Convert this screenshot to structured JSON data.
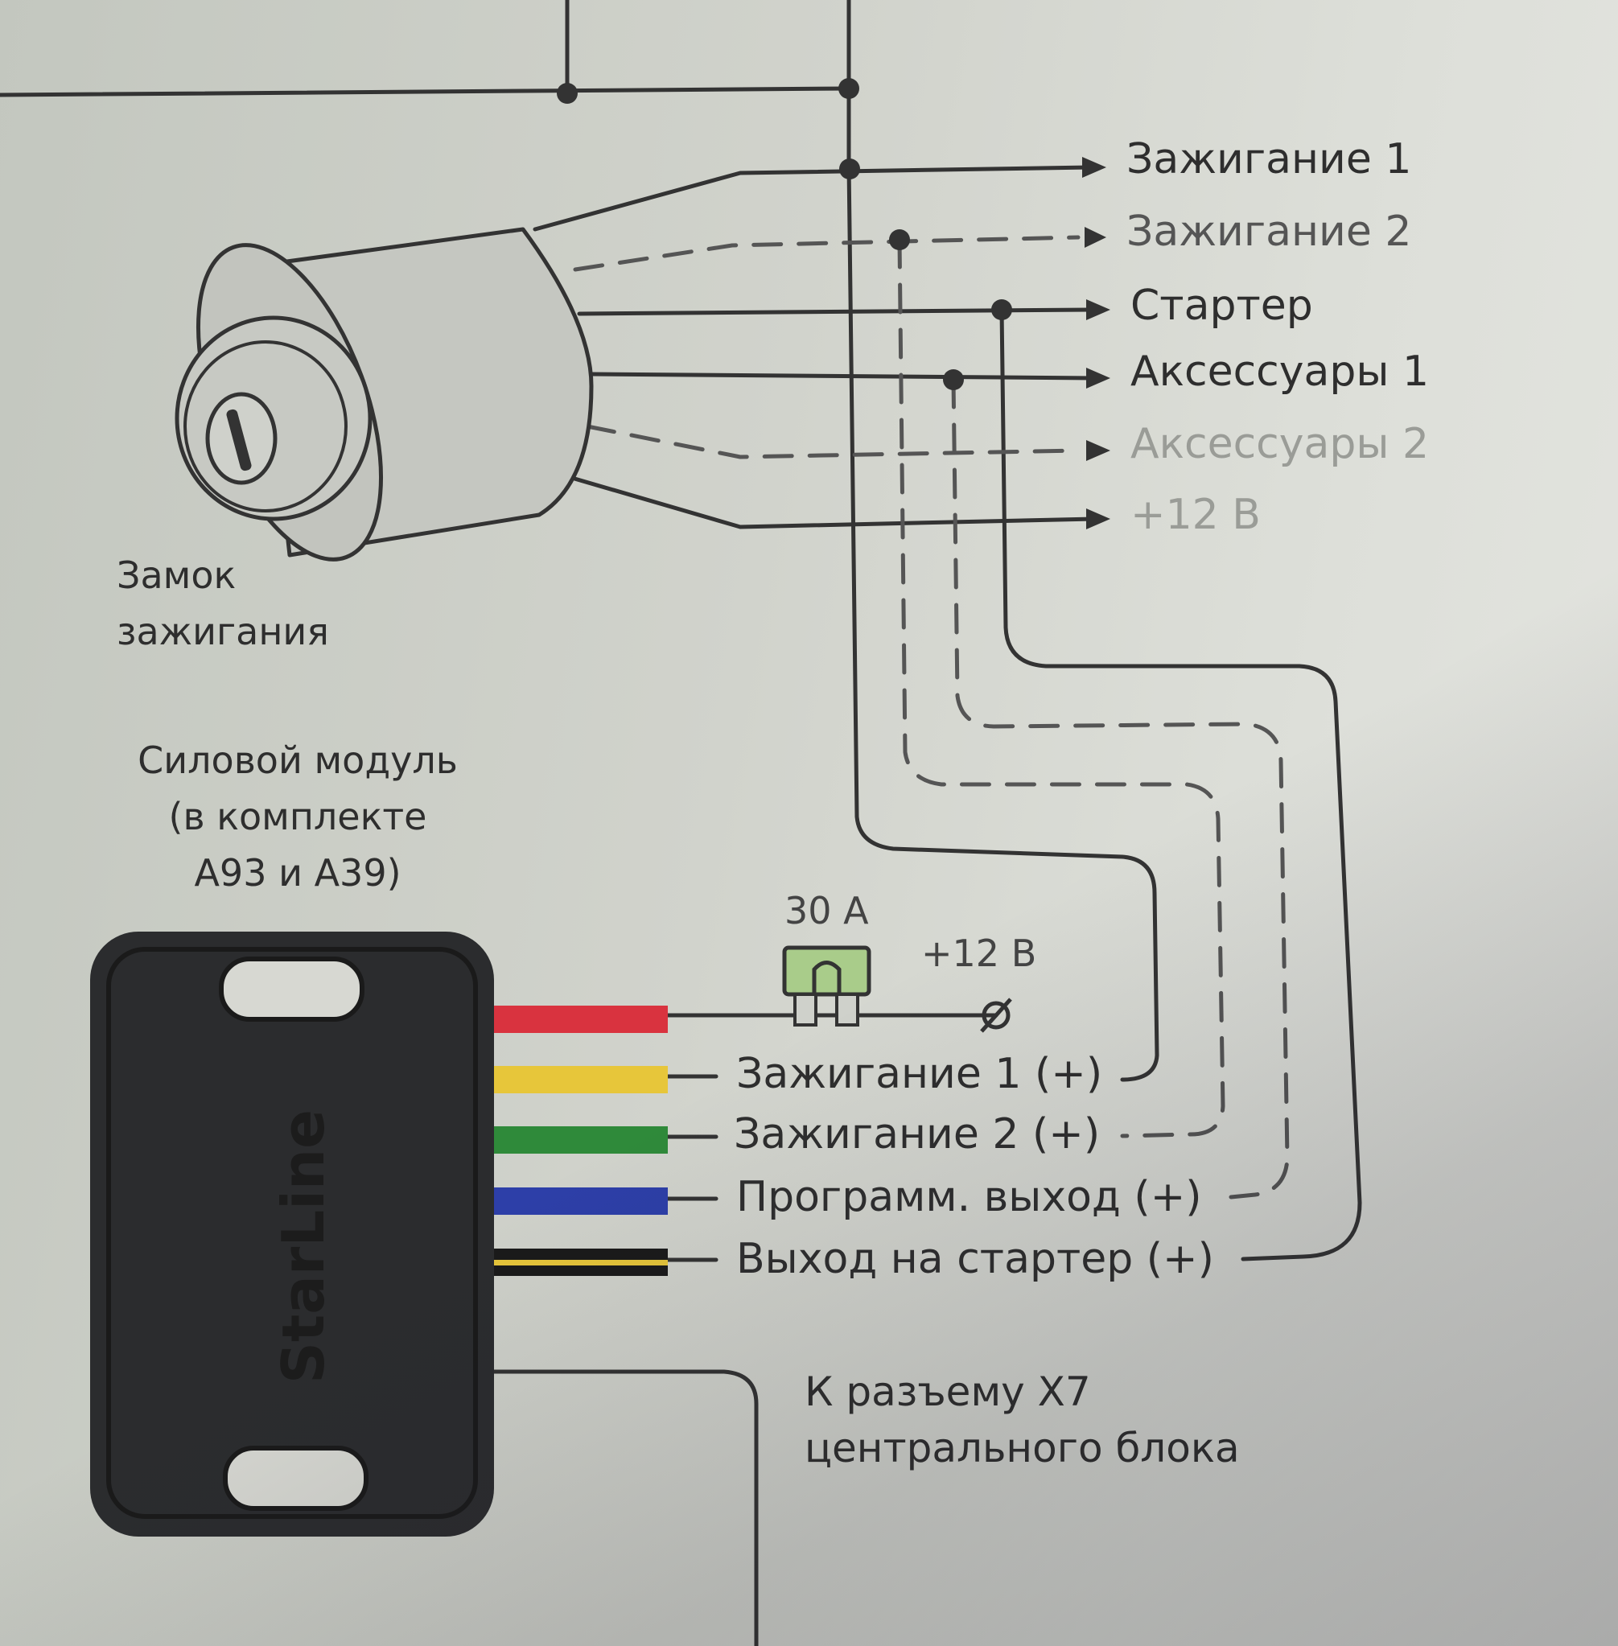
{
  "ignition_lock": {
    "label_line1": "Замок",
    "label_line2": "зажигания",
    "outputs": [
      "Зажигание 1",
      "Зажигание 2",
      "Стартер",
      "Аксессуары 1",
      "Аксессуары 2",
      "+12 В"
    ]
  },
  "power_module": {
    "label_line1": "Силовой модуль",
    "label_line2": "(в комплекте",
    "label_line3": "A93 и A39)",
    "brand": "StarLine",
    "wire_colors": [
      "#d9333f",
      "#e7c63a",
      "#2f8a3a",
      "#2d3fa8",
      "#1a1a1a"
    ],
    "wires": [
      "Зажигание 1 (+)",
      "Зажигание 2 (+)",
      "Программ. выход (+)",
      "Выход на стартер (+)"
    ]
  },
  "fuse": {
    "rating": "30 A",
    "supply": "+12 В",
    "color": "#a9cc8a"
  },
  "connector": {
    "label_line1": "К разъему X7",
    "label_line2": "центрального блока"
  }
}
